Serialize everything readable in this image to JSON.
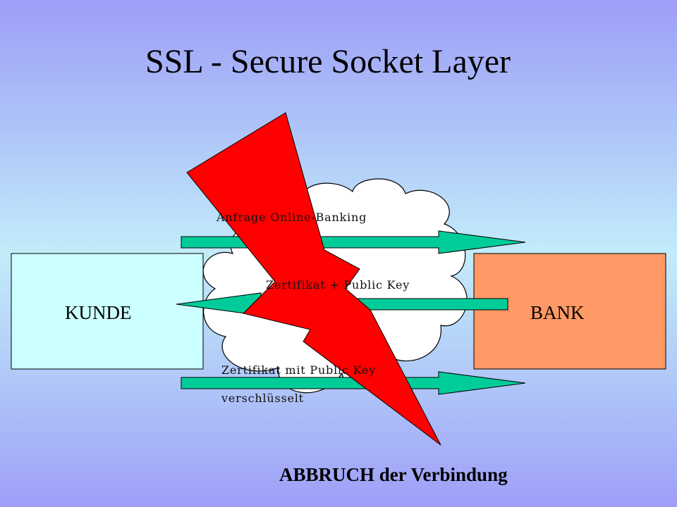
{
  "title": "SSL - Secure Socket Layer",
  "nodes": {
    "kunde": {
      "label": "KUNDE",
      "fill": "#ccffff"
    },
    "bank": {
      "label": "BANK",
      "fill": "#ff9966"
    }
  },
  "messages": {
    "anfrage": "Anfrage Online-Banking",
    "zertifikat": "Zertifikat + Public Key",
    "verschluesselt_line1": "Zertifikat mit  Public Key",
    "verschluesselt_line2": "verschlüsselt"
  },
  "status": "ABBRUCH der Verbindung",
  "colors": {
    "arrow": "#00cc99",
    "lightning": "#ff0000",
    "cloud": "#ffffff"
  },
  "icons": [
    "cloud-icon",
    "lightning-icon"
  ]
}
